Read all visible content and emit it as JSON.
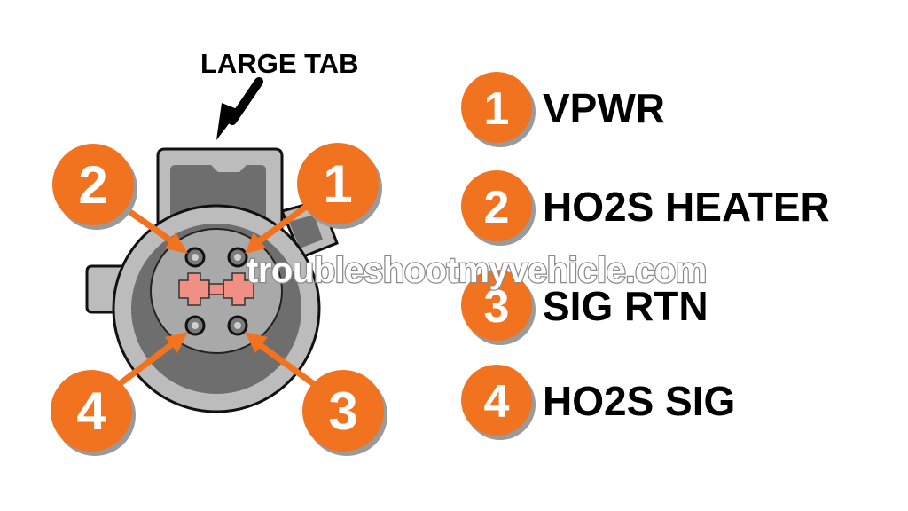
{
  "diagram": {
    "large_tab_label": "LARGE TAB",
    "watermark": "troubleshootmyvehicle.com",
    "colors": {
      "callout": "#f2731f",
      "callout_shadow": "#9a9a9a",
      "connector_outer": "#bcbcbc",
      "connector_dark": "#6e6e6e",
      "connector_face": "#a9a9a9",
      "terminal_pink": "#f08f84"
    },
    "pin_callouts": [
      {
        "number": "1"
      },
      {
        "number": "2"
      },
      {
        "number": "3"
      },
      {
        "number": "4"
      }
    ],
    "legend": [
      {
        "number": "1",
        "label": "VPWR"
      },
      {
        "number": "2",
        "label": "HO2S HEATER"
      },
      {
        "number": "3",
        "label": "SIG RTN"
      },
      {
        "number": "4",
        "label": "HO2S SIG"
      }
    ]
  }
}
